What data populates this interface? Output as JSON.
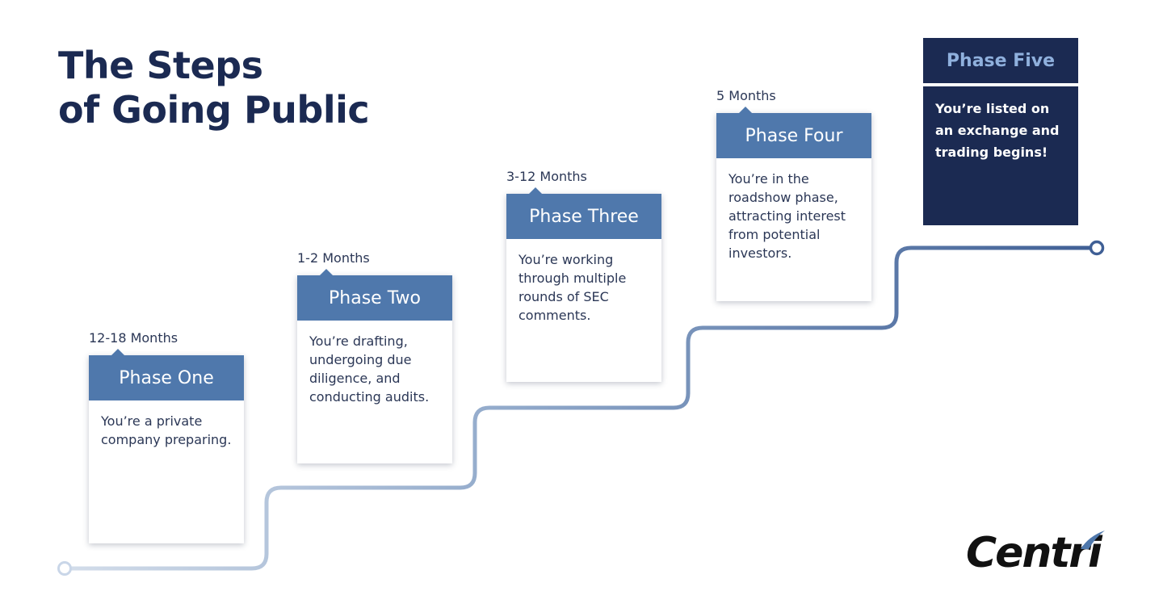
{
  "title": {
    "line1": "The Steps",
    "line2": "of Going Public"
  },
  "colors": {
    "navy": "#1b2a52",
    "phase_header": "#4f78ac",
    "path_start": "#c9d6e8",
    "path_end": "#3f5f95",
    "final_header_text": "#8fb0dd"
  },
  "phases": [
    {
      "duration": "12-18 Months",
      "name": "Phase One",
      "description": "You’re a private company preparing."
    },
    {
      "duration": "1-2 Months",
      "name": "Phase Two",
      "description": "You’re drafting, undergoing due diligence, and conducting audits."
    },
    {
      "duration": "3-12 Months",
      "name": "Phase Three",
      "description": "You’re working through multiple rounds of SEC comments."
    },
    {
      "duration": "5 Months",
      "name": "Phase Four",
      "description": "You’re in the roadshow phase, attracting interest from potential investors."
    },
    {
      "name": "Phase Five",
      "description": "You’re listed on an exchange and trading begins!"
    }
  ],
  "logo": {
    "text": "Centri",
    "icon": "swoosh-accent-icon"
  }
}
